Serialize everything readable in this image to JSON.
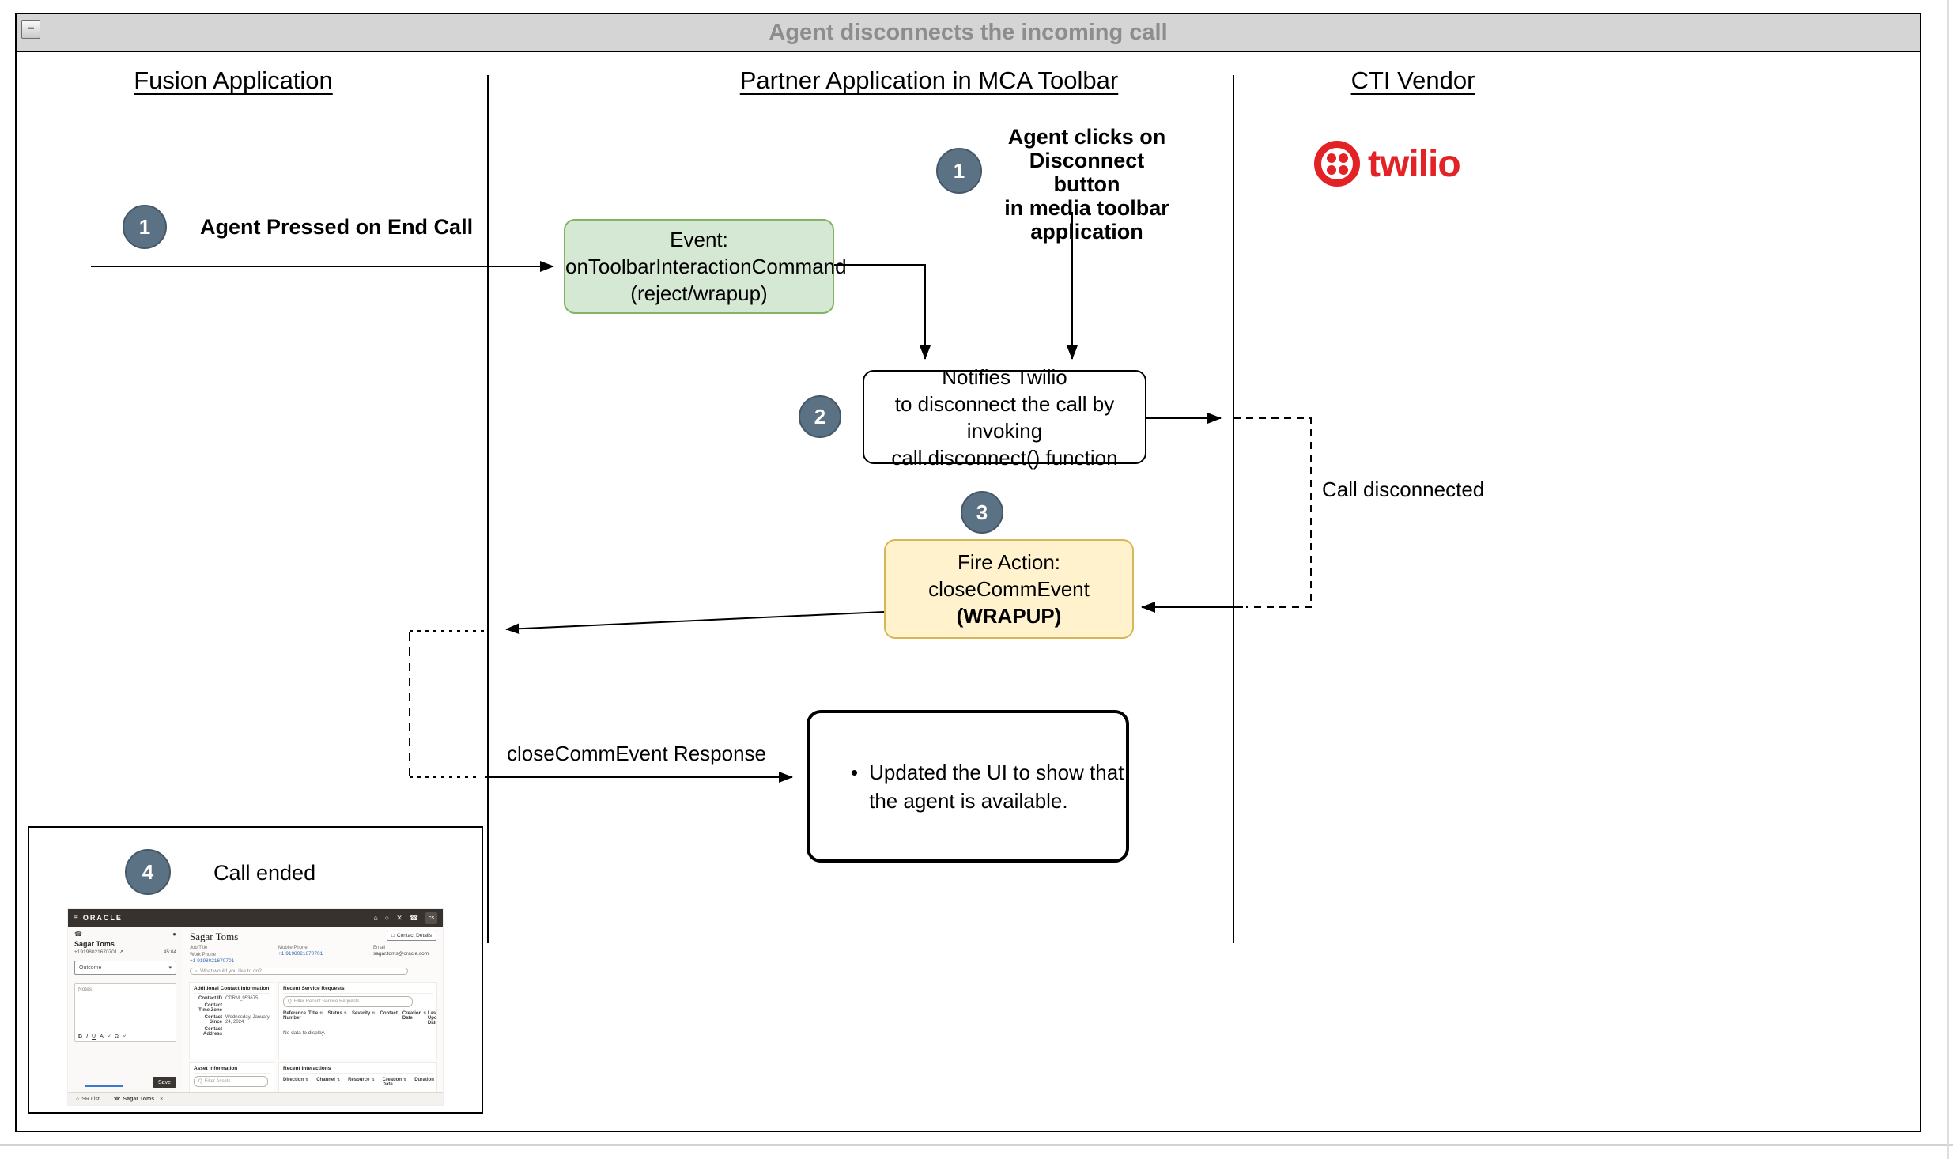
{
  "window": {
    "title": "Agent disconnects the incoming call",
    "collapse_glyph": "−"
  },
  "lanes": [
    {
      "label": "Fusion Application"
    },
    {
      "label": "Partner Application in MCA Toolbar"
    },
    {
      "label": "CTI Vendor"
    }
  ],
  "colors": {
    "green_fill": "#d5e8d4",
    "green_stroke": "#82b366",
    "yellow_fill": "#fff2cc",
    "yellow_stroke": "#d6b656",
    "step_circle_fill": "#5b7184",
    "step_circle_stroke": "#44586a",
    "twilio_red": "#e32226",
    "title_text": "#8d8d8d"
  },
  "steps": {
    "fusion_step1": {
      "number": "1",
      "label": "Agent Pressed on End Call"
    },
    "partner_step1": {
      "number": "1",
      "lines": [
        "Agent clicks on",
        "Disconnect button",
        "in media toolbar",
        "application"
      ]
    },
    "step2": {
      "number": "2"
    },
    "step3": {
      "number": "3"
    },
    "step4": {
      "number": "4",
      "label": "Call ended"
    }
  },
  "boxes": {
    "event_box": {
      "lines": [
        "Event:",
        "onToolbarInteractionCommand",
        "(reject/wrapup)"
      ]
    },
    "notify_box": {
      "lines": [
        "Notifies Twilio",
        "to disconnect the call by invoking",
        "call.disconnect() function"
      ]
    },
    "fire_box": {
      "lines": [
        "Fire Action:",
        "closeCommEvent",
        "(WRAPUP)"
      ]
    },
    "updated_box": {
      "bullet": "•",
      "lines": [
        "Updated the UI to show that",
        "the agent is available."
      ]
    }
  },
  "edges": {
    "call_disconnected": "Call disconnected",
    "close_comm_response": "closeCommEvent Response"
  },
  "vendor": {
    "wordmark": "twilio"
  },
  "mini_app": {
    "topbar": {
      "menu_glyph": "≡",
      "brand": "ORACLE",
      "icons": [
        "⌂",
        "○",
        "✕",
        "☎"
      ],
      "badge": "cs"
    },
    "softphone": {
      "phone_glyph": "☎",
      "status_glyph": "●",
      "name": "Sagar Toms",
      "number": "+19198021670701",
      "link_glyph": "↗",
      "timer": "45:04",
      "outcome_placeholder": "Outcome",
      "outcome_caret": "▾",
      "notes_label": "Notes",
      "format": {
        "bold": "B",
        "italic": "I",
        "underline": "U",
        "color": "A",
        "symbol": "Ω",
        "caret": "˅"
      },
      "save_label": "Save"
    },
    "contact_header": {
      "name": "Sagar Toms",
      "details_icon": "□",
      "details_label": "Contact Details",
      "job_title_label": "Job Title",
      "work_phone_label": "Work Phone",
      "work_phone": "+1 9198021670701",
      "mobile_phone_label": "Mobile Phone",
      "mobile_phone": "+1 9198021670701",
      "email_label": "Email",
      "email": "sagar.toms@oracle.com",
      "action_prefix": "›",
      "action_placeholder": "What would you like to do?"
    },
    "sort_glyph": "⇅",
    "search_glyph": "Q",
    "additional_contact": {
      "title": "Additional Contact Information",
      "rows": [
        {
          "label": "Contact ID",
          "value": "CDRM_953675"
        },
        {
          "label": "Contact Time Zone",
          "value": ""
        },
        {
          "label": "Contact Since",
          "value": "Wednesday, January 24, 2024"
        },
        {
          "label": "Contact Address",
          "value": ""
        }
      ]
    },
    "recent_service_requests": {
      "title": "Recent Service Requests",
      "filter_placeholder": "Filter Recent Service Requests",
      "columns": [
        "Reference Number",
        "Title",
        "Status",
        "Severity",
        "Contact",
        "Creation Date",
        "Last Updated Date"
      ],
      "empty_text": "No data to display."
    },
    "asset_information": {
      "title": "Asset Information",
      "filter_placeholder": "Filter Assets"
    },
    "recent_interactions": {
      "title": "Recent Interactions",
      "columns": [
        "Direction",
        "Channel",
        "Resource",
        "Creation Date",
        "Duration"
      ]
    },
    "tabbar": {
      "home_glyph": "⌂",
      "tab1": "SR List",
      "tab2_icon": "☎",
      "tab2": "Sagar Toms",
      "close_glyph": "×"
    }
  }
}
